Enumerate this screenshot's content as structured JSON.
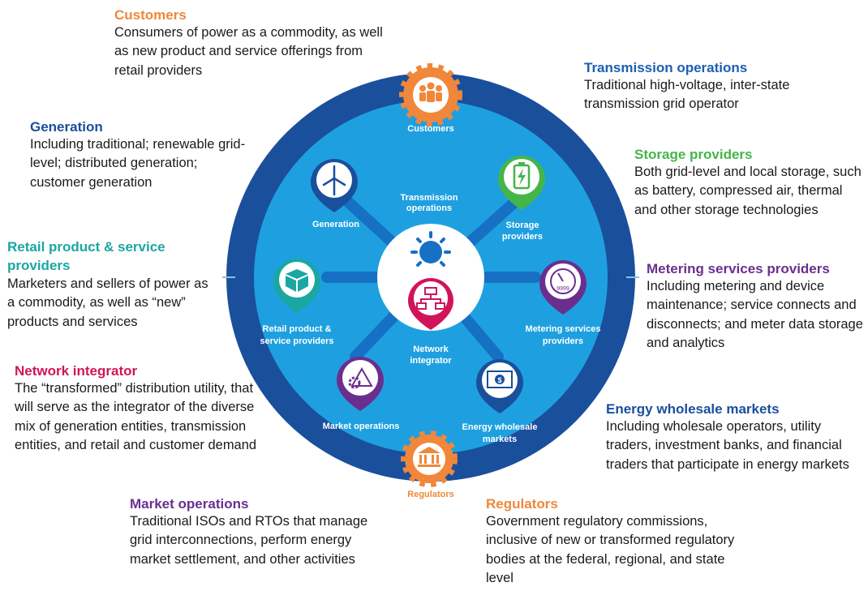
{
  "colors": {
    "outer_ring": "#1a4f9c",
    "inner_disc": "#1ea0e0",
    "spoke": "#1670c4",
    "center": "#ffffff",
    "orange": "#f0873a",
    "navy": "#1a4f9c",
    "blue": "#1a5fb4",
    "green": "#44b649",
    "teal": "#1aa7a2",
    "purple": "#6a2f8e",
    "magenta": "#d1145a"
  },
  "callouts": {
    "customers": {
      "title": "Customers",
      "text": "Consumers of power as a commodity, as well as new product and service offerings from retail providers"
    },
    "transmission": {
      "title": "Transmission operations",
      "text": "Traditional high-voltage, inter-state transmission grid operator"
    },
    "generation": {
      "title": "Generation",
      "text": "Including traditional; renewable grid-level; distributed generation; customer generation"
    },
    "storage": {
      "title": "Storage providers",
      "text": "Both grid-level and local storage, such as battery, compressed air, thermal and other storage technologies"
    },
    "retail": {
      "title": "Retail product & service providers",
      "text": "Marketers and sellers of power as a commodity, as well as “new” products and services"
    },
    "metering": {
      "title": "Metering services providers",
      "text": "Including metering and device maintenance; service connects and disconnects; and meter data storage and analytics"
    },
    "network": {
      "title": "Network integrator",
      "text": "The “transformed” distribution utility, that will serve as the integrator of the diverse mix of generation entities, transmission entities, and retail and customer demand"
    },
    "wholesale": {
      "title": "Energy wholesale markets",
      "text": "Including wholesale operators, utility traders, investment banks, and financial traders that participate in energy markets"
    },
    "market": {
      "title": "Market operations",
      "text": "Traditional ISOs and RTOs that manage grid interconnections, perform energy market settlement, and other activities"
    },
    "regulators": {
      "title": "Regulators",
      "text": "Government regulatory commissions, inclusive of new or transformed regulatory bodies at the federal, regional, and state level"
    }
  },
  "diagram": {
    "customers": "Customers",
    "regulators": "Regulators",
    "transmission_1": "Transmission",
    "transmission_2": "operations",
    "generation": "Generation",
    "storage_1": "Storage",
    "storage_2": "providers",
    "retail_1": "Retail product &",
    "retail_2": "service providers",
    "metering_1": "Metering services",
    "metering_2": "providers",
    "network_1": "Network",
    "network_2": "integrator",
    "market": "Market operations",
    "wholesale_1": "Energy wholesale",
    "wholesale_2": "markets",
    "meter_readout": "9999",
    "dollar": "$"
  }
}
